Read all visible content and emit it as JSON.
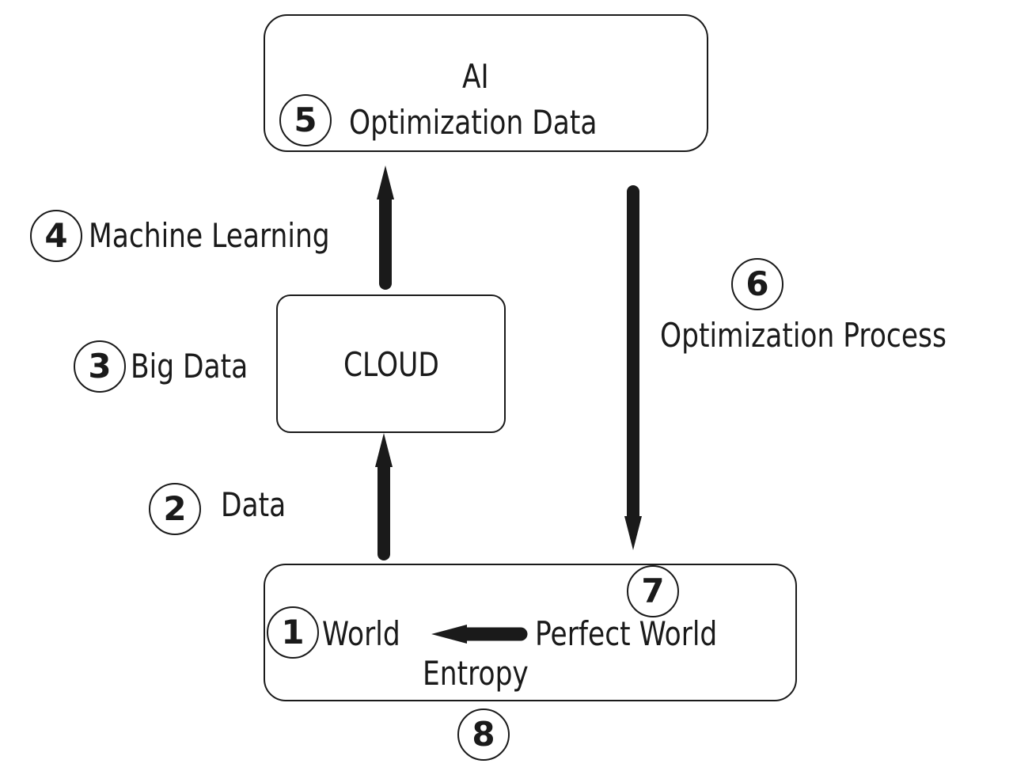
{
  "ai_box": {
    "title": "AI",
    "subtitle": "Optimization Data",
    "step": "5"
  },
  "cloud_box": {
    "title": "CLOUD"
  },
  "world_box": {
    "world_label": "World",
    "world_step": "1",
    "perfect_world_label": "Perfect World",
    "perfect_world_step": "7",
    "entropy_label": "Entropy"
  },
  "steps": {
    "data": {
      "number": "2",
      "label": "Data"
    },
    "big_data": {
      "number": "3",
      "label": "Big Data"
    },
    "machine_learning": {
      "number": "4",
      "label": "Machine Learning"
    },
    "optimization_process": {
      "number": "6",
      "label": "Optimization Process"
    },
    "entropy_step": {
      "number": "8"
    }
  },
  "colors": {
    "ink": "#1a1a1a",
    "background": "#ffffff"
  }
}
